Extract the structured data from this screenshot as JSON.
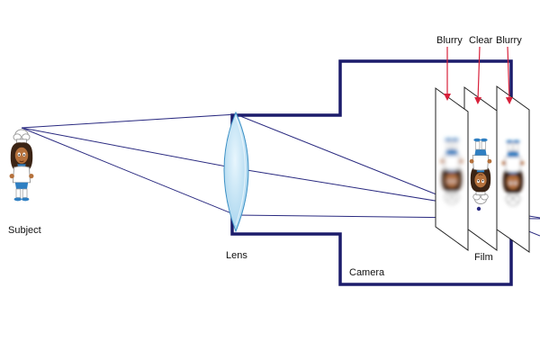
{
  "labels": {
    "subject": "Subject",
    "lens": "Lens",
    "camera": "Camera",
    "film": "Film",
    "blurry_left": "Blurry",
    "clear": "Clear",
    "blurry_right": "Blurry"
  },
  "colors": {
    "camera_body": "#1c1c6b",
    "rays": "#2a2a80",
    "lens_fill": "#bfe3f5",
    "lens_stroke": "#3a8fc4",
    "arrows": "#d8213b",
    "film_stroke": "#222222",
    "chef_skin": "#b5713c",
    "chef_hair": "#3b2415",
    "chef_blue": "#2f7fc2"
  },
  "icons": {
    "subject": "chef-figure-icon",
    "film_images": "inverted-chef-icon"
  }
}
